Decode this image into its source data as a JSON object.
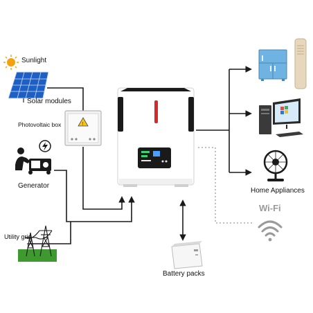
{
  "labels": {
    "sunlight": "Sunlight",
    "solar_modules": "Solar modules",
    "pv_box": "Photovoltaic box",
    "generator": "Generator",
    "utility_grid": "Utility grid",
    "battery": "Battery packs",
    "home_appliances": "Home Appliances",
    "wifi": "Wi-Fi"
  },
  "colors": {
    "line": "#1a1a1a",
    "wifi_dotted": "#9a9a9a",
    "inverter_accent": "#d42a2a",
    "sun": "#f2a20c",
    "solar_blue": "#1d5fc4",
    "grass": "#3e9a2f",
    "fridge_blue": "#6fb3e3"
  }
}
